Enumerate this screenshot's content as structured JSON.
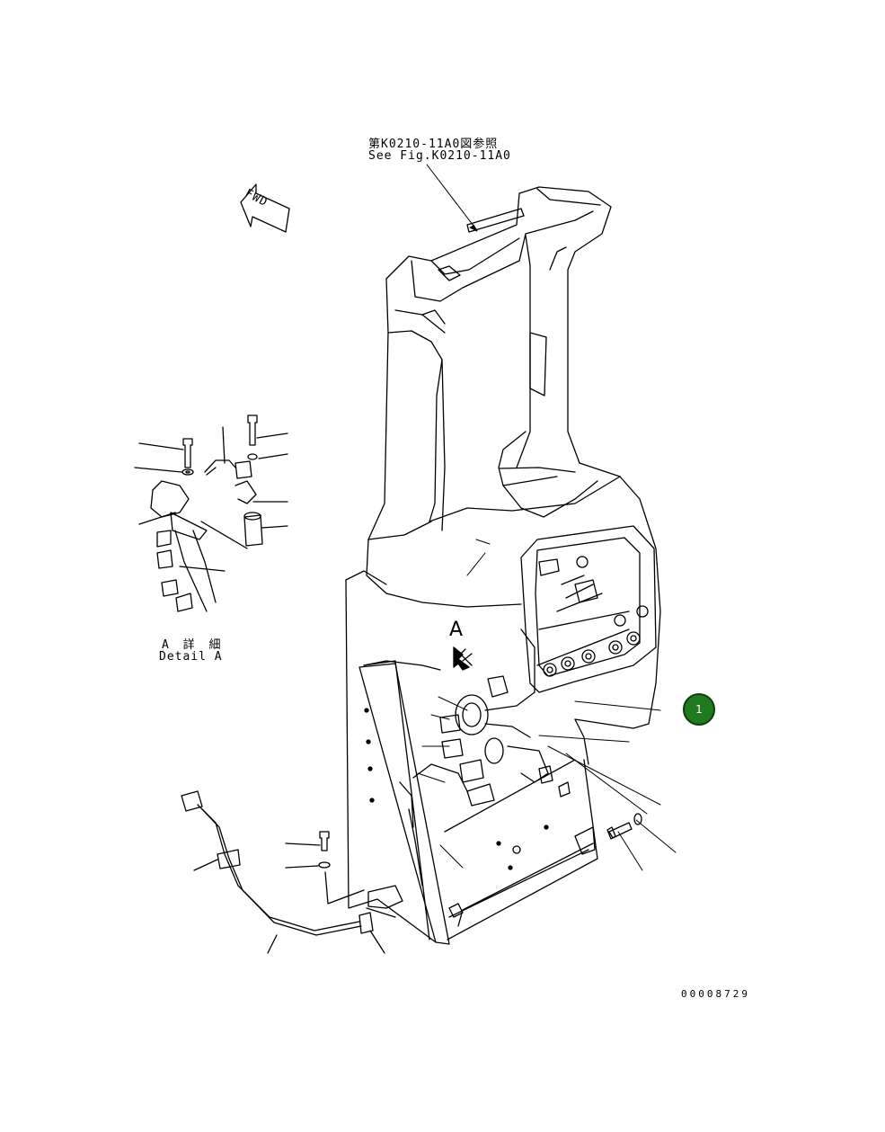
{
  "reference": {
    "jp": "第K0210-11A0図参照",
    "en": "See Fig.K0210-11A0"
  },
  "fwd_label": "FWD",
  "view_label": "A",
  "detail": {
    "jp": "A 詳 細",
    "en": "Detail A"
  },
  "callout": {
    "number": "1",
    "color": "#1f7a1f"
  },
  "drawing_number": "00008729"
}
